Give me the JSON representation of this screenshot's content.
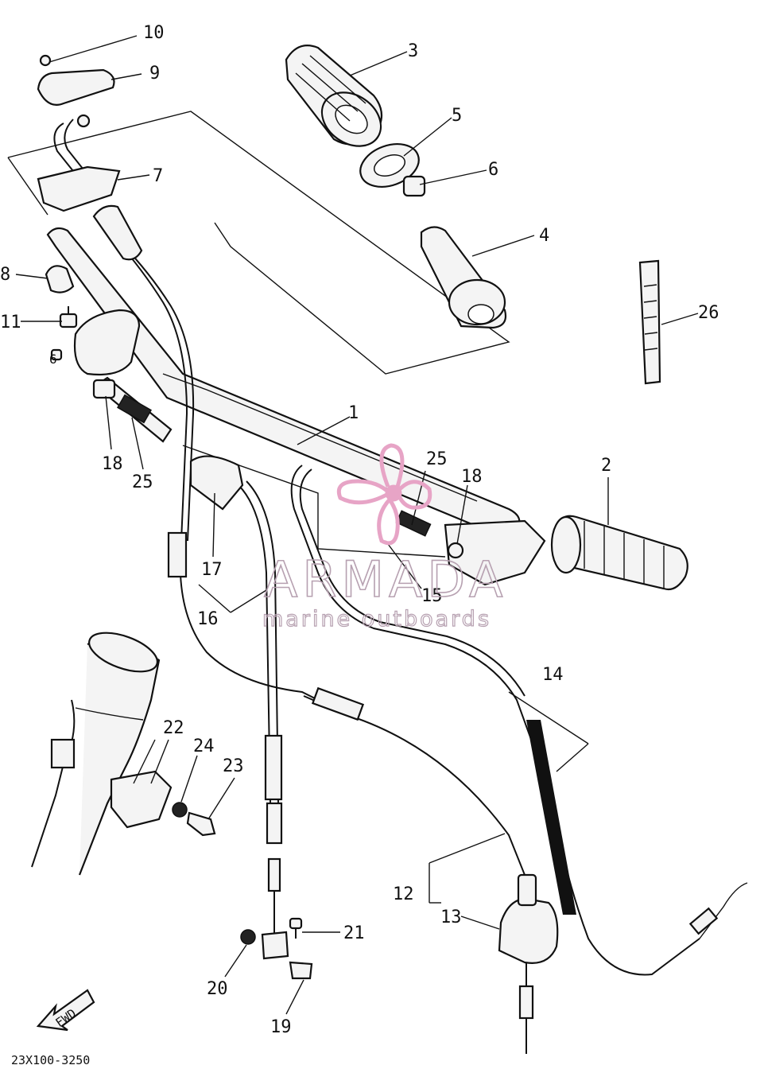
{
  "diagram": {
    "callouts": [
      "1",
      "2",
      "3",
      "4",
      "5",
      "6",
      "7",
      "8",
      "9",
      "10",
      "11",
      "12",
      "13",
      "14",
      "15",
      "16",
      "17",
      "18",
      "19",
      "20",
      "21",
      "22",
      "23",
      "24",
      "25",
      "26"
    ],
    "label_18_left": "18",
    "label_25_left": "25",
    "label_6_small": "6",
    "fwd_text": "FWD",
    "drawing_code": "23X100-3250"
  },
  "watermark": {
    "brand": "ARMADA",
    "tagline": "marine outboards",
    "accent_color": "#b7a1b1",
    "logo_color": "#e7a4c6"
  }
}
